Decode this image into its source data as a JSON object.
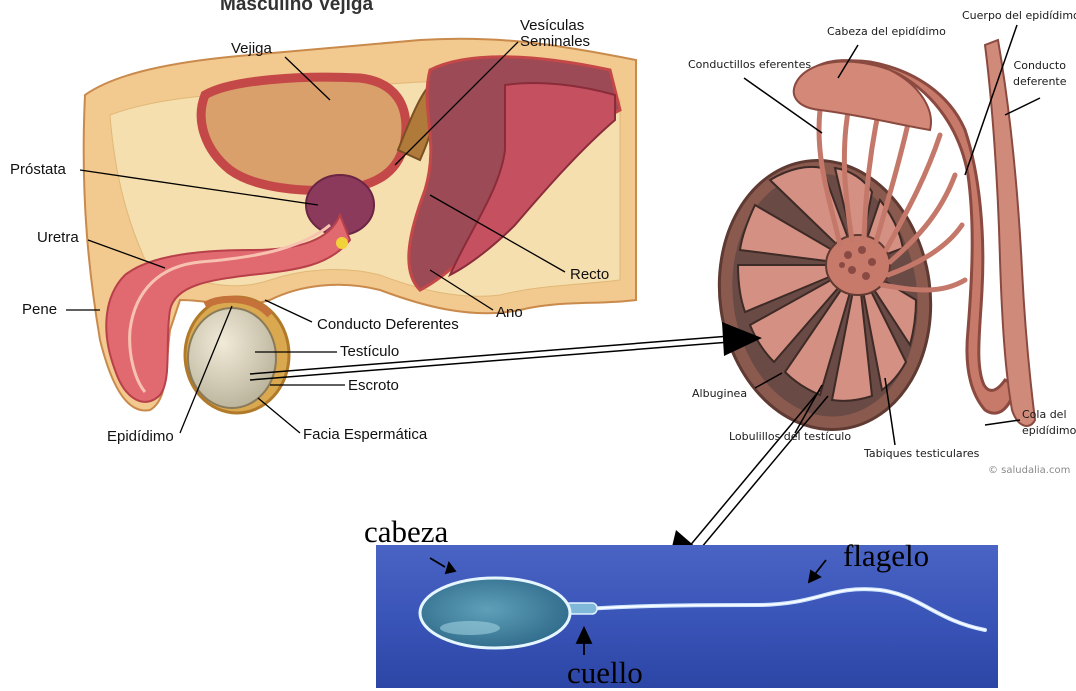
{
  "colors": {
    "skin": "#f2c98e",
    "tissue": "#d9545a",
    "testis": "#c98874",
    "sperm_bg": "#3d56b8"
  },
  "anatomy": {
    "title_partial": "Masculino Vejiga",
    "labels": {
      "vejiga": "Vejiga",
      "vesiculas": "Vesículas\nSeminales",
      "prostata": "Próstata",
      "uretra": "Uretra",
      "pene": "Pene",
      "recto": "Recto",
      "ano": "Ano",
      "conducto_deferentes": "Conducto Deferentes",
      "testiculo": "Testículo",
      "escroto": "Escroto",
      "epididimo": "Epidídimo",
      "facia": "Facia Espermática"
    }
  },
  "testis_detail": {
    "labels": {
      "cabeza_epididimo": "Cabeza del epidídimo",
      "cuerpo_epididimo": "Cuerpo del epidídimo",
      "conductillos": "Conductillos eferentes",
      "conducto_deferente": "Conducto\ndeferente",
      "albuginea": "Albuginea",
      "lobulillos": "Lobulillos del testículo",
      "tabiques": "Tabiques testiculares",
      "cola_epididimo": "Cola del\nepidídimo"
    },
    "credit": "© saludalia.com"
  },
  "sperm": {
    "labels": {
      "cabeza": "cabeza",
      "flagelo": "flagelo",
      "cuello": "cuello"
    }
  }
}
